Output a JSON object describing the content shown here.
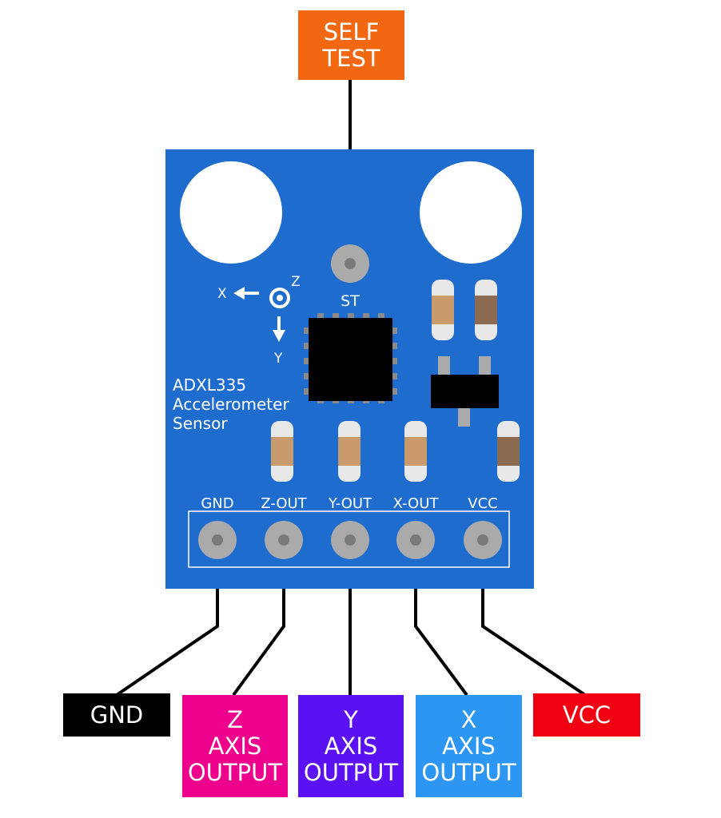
{
  "self_test": {
    "line1": "SELF",
    "line2": "TEST",
    "color": "#f26711"
  },
  "board": {
    "color": "#1e6cce",
    "st_label": "ST",
    "axis_x": "X",
    "axis_y": "Y",
    "axis_z": "Z",
    "title_line1": "ADXL335",
    "title_line2": "Accelerometer",
    "title_line3": "Sensor"
  },
  "pins": [
    {
      "label": "GND"
    },
    {
      "label": "Z-OUT"
    },
    {
      "label": "Y-OUT"
    },
    {
      "label": "X-OUT"
    },
    {
      "label": "VCC"
    }
  ],
  "outputs": {
    "gnd": {
      "line1": "GND",
      "color": "#000000"
    },
    "z": {
      "line1": "Z",
      "line2": "AXIS",
      "line3": "OUTPUT",
      "color": "#ec008c"
    },
    "y": {
      "line1": "Y",
      "line2": "AXIS",
      "line3": "OUTPUT",
      "color": "#5b12f2"
    },
    "x": {
      "line1": "X",
      "line2": "AXIS",
      "line3": "OUTPUT",
      "color": "#2d96f2"
    },
    "vcc": {
      "line1": "VCC",
      "color": "#f00010"
    }
  }
}
